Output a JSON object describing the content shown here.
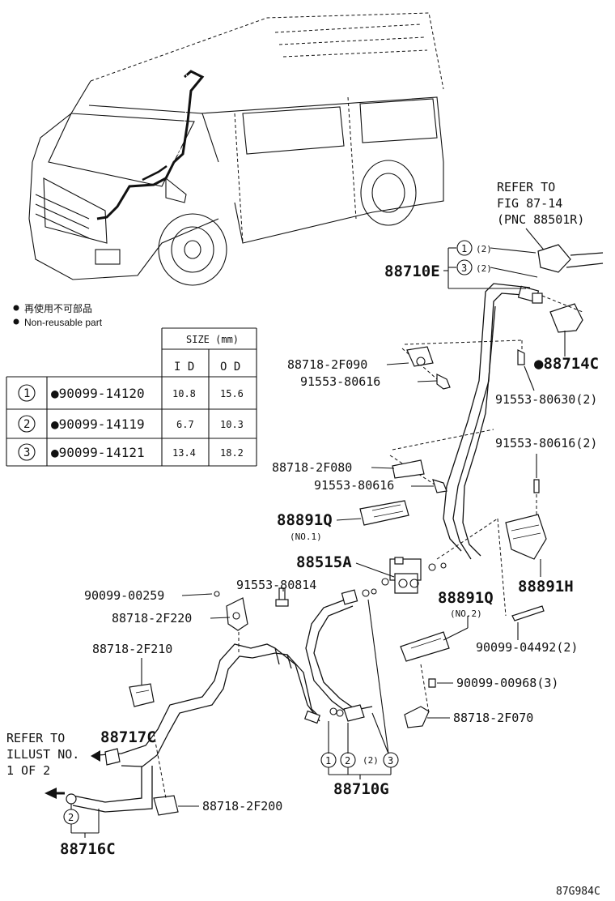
{
  "legend": {
    "jp": "再使用不可部品",
    "en": "Non-reusable part"
  },
  "table": {
    "size_header": "SIZE (mm)",
    "id_header": "I D",
    "od_header": "O D",
    "rows": [
      {
        "num": "1",
        "part": "●90099-14120",
        "id": "10.8",
        "od": "15.6"
      },
      {
        "num": "2",
        "part": "●90099-14119",
        "id": "6.7",
        "od": "10.3"
      },
      {
        "num": "3",
        "part": "●90099-14121",
        "id": "13.4",
        "od": "18.2"
      }
    ]
  },
  "refer_top": {
    "line1": "REFER TO",
    "line2": "FIG 87-14",
    "line3": "(PNC 88501R)"
  },
  "refer_left": {
    "line1": "REFER TO",
    "line2": "ILLUST NO.",
    "line3": "1 OF 2"
  },
  "labels": {
    "p88710E": "88710E",
    "c1_qty": "(2)",
    "c3_qty": "(2)",
    "p88714C": "●88714C",
    "p88718_2F090": "88718-2F090",
    "p91553_80616a": "91553-80616",
    "p91553_80630": "91553-80630(2)",
    "p91553_80616_2": "91553-80616(2)",
    "p88718_2F080": "88718-2F080",
    "p91553_80616b": "91553-80616",
    "p88891Q_1": "88891Q",
    "no1": "(NO.1)",
    "p88515A": "88515A",
    "p88891H": "88891H",
    "p90099_00259": "90099-00259",
    "p91553_80814": "91553-80814",
    "p88891Q_2": "88891Q",
    "no2": "(NO.2)",
    "p88718_2F220": "88718-2F220",
    "p90099_04492": "90099-04492(2)",
    "p88718_2F210": "88718-2F210",
    "p90099_00968": "90099-00968(3)",
    "p88718_2F070": "88718-2F070",
    "p88717C": "88717C",
    "p88710G": "88710G",
    "g_c2_qty": "(2)",
    "p88718_2F200": "88718-2F200",
    "p88716C": "88716C",
    "figure_code": "87G984C"
  },
  "circle_nums": [
    "1",
    "2",
    "3"
  ]
}
